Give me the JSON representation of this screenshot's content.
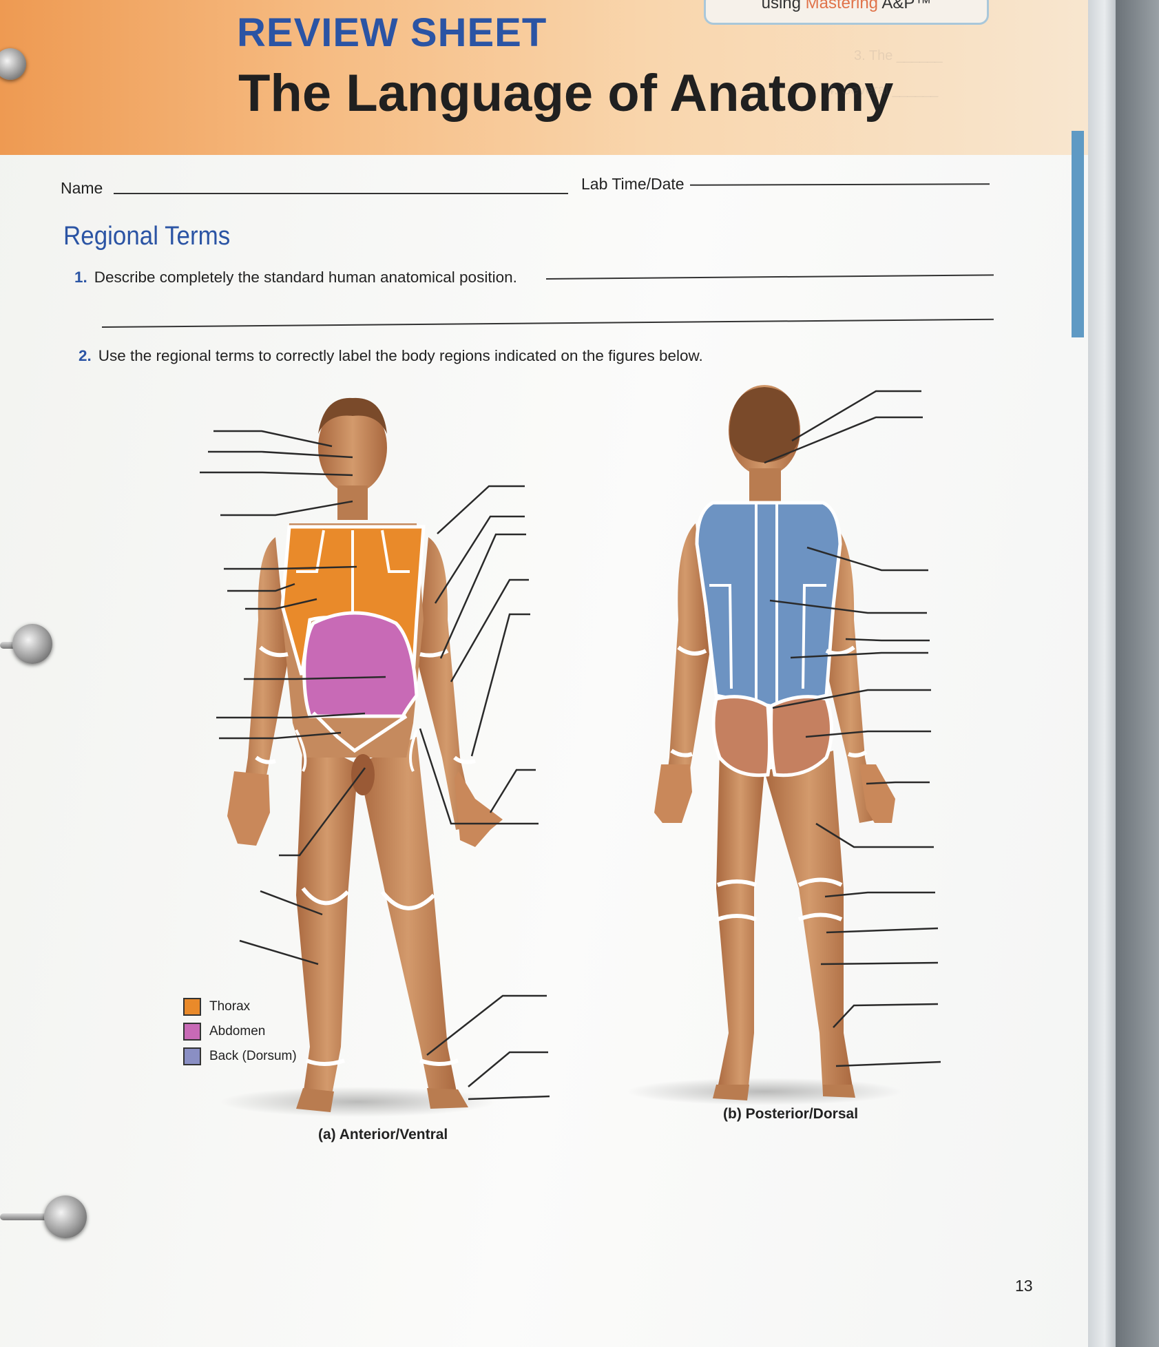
{
  "header": {
    "mastering_prefix": "using ",
    "mastering_brand": "Mastering",
    "mastering_suffix": " A&P™",
    "review_sheet": "REVIEW SHEET",
    "title": "The Language of Anatomy"
  },
  "fields": {
    "name_label": "Name",
    "lab_label": "Lab Time/Date"
  },
  "section": {
    "heading": "Regional Terms"
  },
  "questions": [
    {
      "number": "1.",
      "text": "Describe completely the standard human anatomical position."
    },
    {
      "number": "2.",
      "text": "Use the regional terms to correctly label the body regions indicated on the figures below."
    }
  ],
  "legend": [
    {
      "label": "Thorax",
      "color": "#e98a2a"
    },
    {
      "label": "Abdomen",
      "color": "#c86ab6"
    },
    {
      "label": "Back (Dorsum)",
      "color": "#8a8fc4"
    }
  ],
  "captions": {
    "anterior": "(a) Anterior/Ventral",
    "posterior": "(b) Posterior/Dorsal"
  },
  "page_number": "13",
  "colors": {
    "heading_blue": "#2b54a4",
    "header_orange": "#ee9a52",
    "skin": "#c98a5c",
    "thorax_orange": "#e98a2a",
    "abdomen_pink": "#c86ab6",
    "back_blue": "#6d93c2"
  }
}
